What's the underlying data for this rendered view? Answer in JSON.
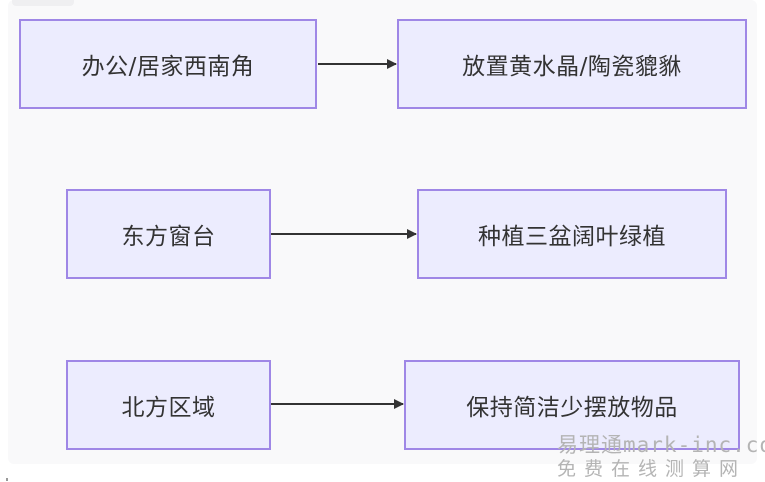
{
  "diagram": {
    "nodes": [
      {
        "id": "southwest",
        "label": "办公/居家西南角"
      },
      {
        "id": "crystal",
        "label": "放置黄水晶/陶瓷貔貅"
      },
      {
        "id": "east",
        "label": "东方窗台"
      },
      {
        "id": "plant",
        "label": "种植三盆阔叶绿植"
      },
      {
        "id": "north",
        "label": "北方区域"
      },
      {
        "id": "tidy",
        "label": "保持简洁少摆放物品"
      }
    ],
    "edges": [
      {
        "from": "southwest",
        "to": "crystal"
      },
      {
        "from": "east",
        "to": "plant"
      },
      {
        "from": "north",
        "to": "tidy"
      }
    ],
    "colors": {
      "node_fill": "#ececfe",
      "node_border": "#9f87e6",
      "edge": "#333333",
      "text": "#333333"
    }
  },
  "watermark": {
    "line1": "易理通mark-inc.com",
    "line2": "免费在线测算网"
  }
}
